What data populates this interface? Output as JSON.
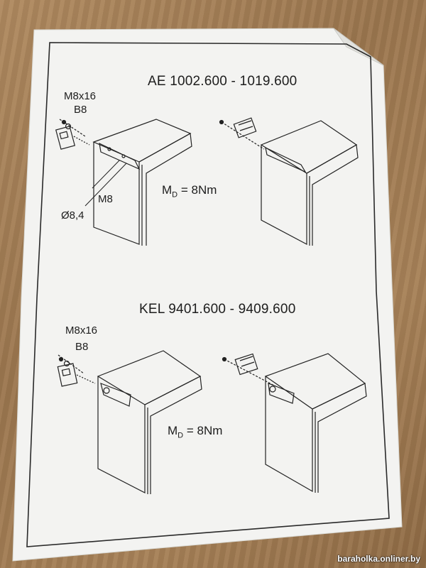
{
  "sheet": {
    "section1": {
      "title": "AE 1002.600 - 1019.600",
      "screw_label": "M8x16",
      "washer_label": "B8",
      "thread_label": "M8",
      "hole_label": "Ø8,4",
      "torque_prefix": "M",
      "torque_sub": "D",
      "torque_value": " = 8Nm"
    },
    "section2": {
      "title": "KEL 9401.600 - 9409.600",
      "screw_label": "M8x16",
      "washer_label": "B8",
      "torque_prefix": "M",
      "torque_sub": "D",
      "torque_value": " = 8Nm"
    }
  },
  "watermark": "baraholka.onliner.by"
}
